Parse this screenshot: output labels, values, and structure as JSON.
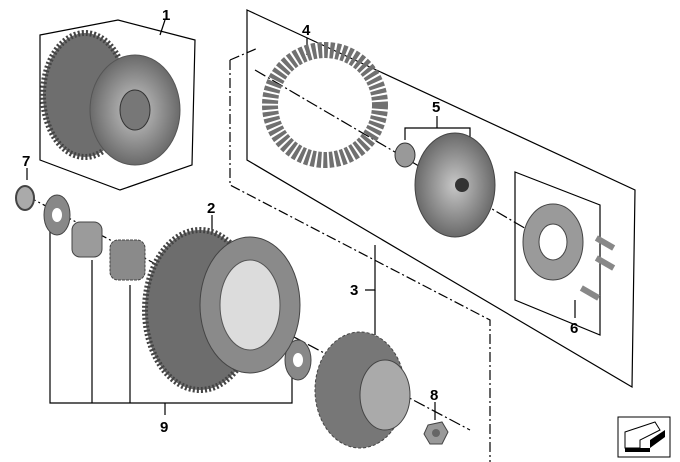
{
  "diagram": {
    "title": "Clutch exploded view",
    "callouts": [
      "1",
      "2",
      "3",
      "4",
      "5",
      "6",
      "7",
      "8",
      "9"
    ]
  },
  "colors": {
    "part_dark": "#5c5c5c",
    "part_mid": "#8a8a8a",
    "part_light": "#b5b5b5",
    "line": "#000000"
  },
  "icons": {
    "nav": "arrow-down-left-icon"
  }
}
